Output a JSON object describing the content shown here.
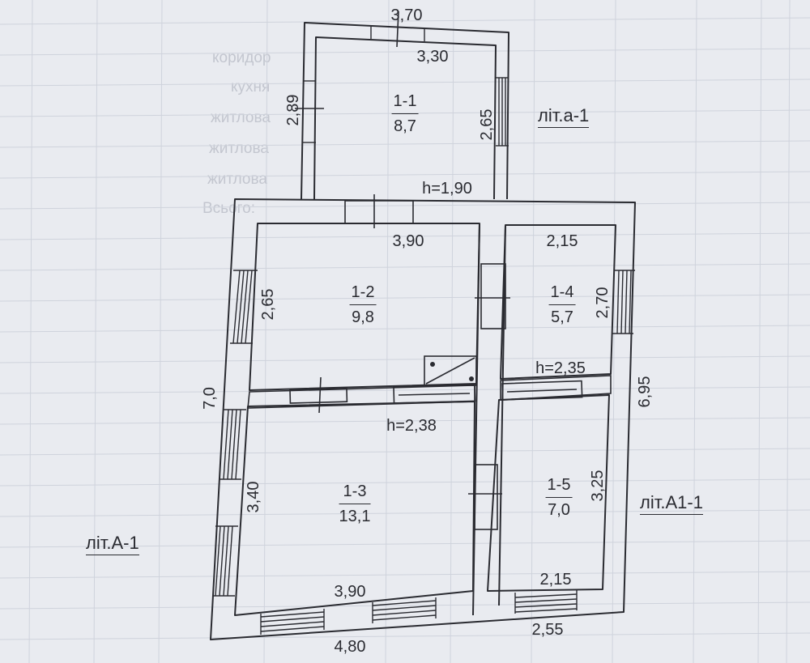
{
  "colors": {
    "paper": "#e9ebf0",
    "grid": "#cfd3dc",
    "ink": "#2a2b31",
    "ghost": "#c3c6cf"
  },
  "background_table": {
    "rows": [
      "коридор",
      "кухня",
      "житлова",
      "житлова",
      "житлова",
      "Всього:"
    ]
  },
  "rooms": [
    {
      "id": "1-1",
      "area": "8,7"
    },
    {
      "id": "1-2",
      "area": "9,8"
    },
    {
      "id": "1-3",
      "area": "13,1"
    },
    {
      "id": "1-4",
      "area": "5,7"
    },
    {
      "id": "1-5",
      "area": "7,0"
    }
  ],
  "dimensions": {
    "top_outer": "3,70",
    "top_inner": "3,30",
    "annex_left": "2,89",
    "annex_right": "2,65",
    "annex_height": "h=1,90",
    "room12_width": "3,90",
    "room14_width": "2,15",
    "room12_height": "2,65",
    "room14_height": "2,70",
    "main_height": "h=2,38",
    "side_height": "h=2,35",
    "left_total": "7,0",
    "right_total": "6,95",
    "room13_height": "3,40",
    "room15_height": "3,25",
    "room13_width": "3,90",
    "room15_width": "2,15",
    "bottom_main": "4,80",
    "bottom_side": "2,55"
  },
  "labels": {
    "lit_a": "літ.а-1",
    "lit_A": "літ.А-1",
    "lit_A1": "літ.А1-1"
  }
}
